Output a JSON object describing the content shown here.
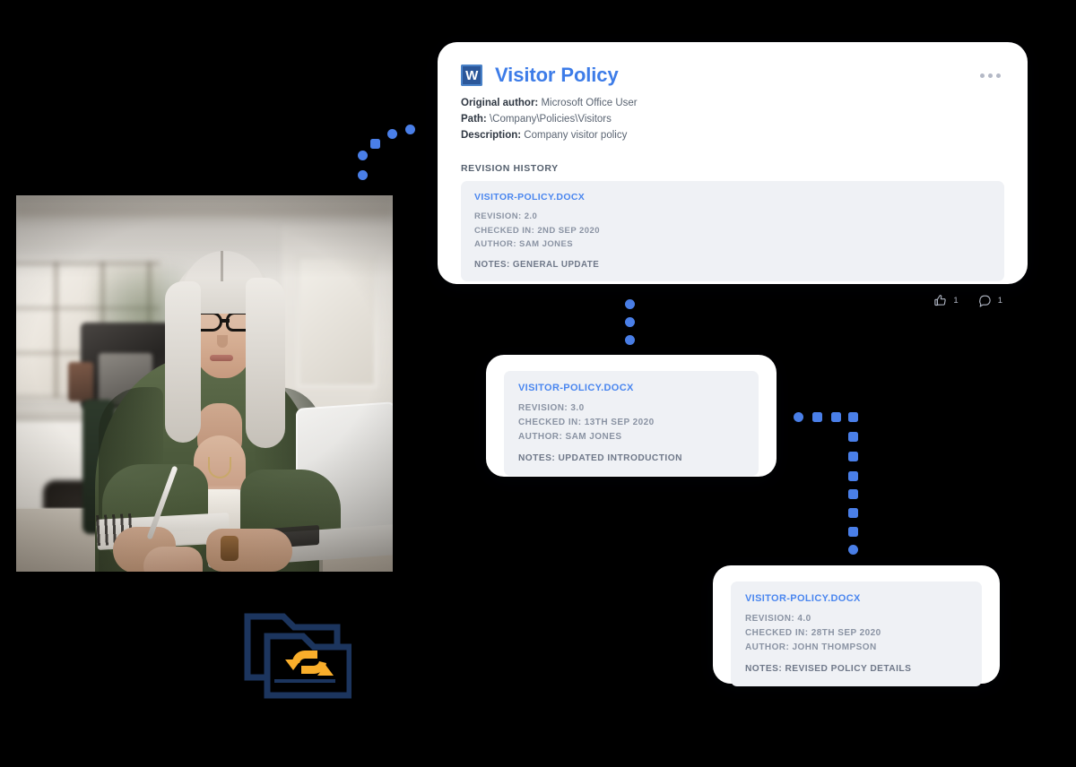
{
  "document": {
    "icon": "word-docx-icon",
    "title": "Visitor Policy",
    "menu_icon": "kebab-menu-icon",
    "meta": {
      "author_label": "Original author:",
      "author_value": "Microsoft Office User",
      "path_label": "Path:",
      "path_value": "\\Company\\Policies\\Visitors",
      "description_label": "Description:",
      "description_value": "Company visitor policy"
    },
    "revision_history_heading": "REVISION HISTORY",
    "actions": {
      "like_icon": "thumbs-up-icon",
      "like_count": "1",
      "comment_icon": "comment-bubble-icon",
      "comment_count": "1"
    }
  },
  "revisions": [
    {
      "filename": "VISITOR-POLICY.DOCX",
      "revision": "REVISION: 2.0",
      "checked_in": "CHECKED IN: 2ND SEP 2020",
      "author": "AUTHOR: SAM JONES",
      "notes": "NOTES: GENERAL UPDATE"
    },
    {
      "filename": "VISITOR-POLICY.DOCX",
      "revision": "REVISION: 3.0",
      "checked_in": "CHECKED IN: 13TH SEP 2020",
      "author": "AUTHOR: SAM JONES",
      "notes": "NOTES: UPDATED INTRODUCTION"
    },
    {
      "filename": "VISITOR-POLICY.DOCX",
      "revision": "REVISION: 4.0",
      "checked_in": "CHECKED IN: 28TH SEP 2020",
      "author": "AUTHOR: JOHN THOMPSON",
      "notes": "NOTES: REVISED POLICY DETAILS"
    }
  ],
  "illustration": {
    "photo_alt": "woman-writing-at-laptop-photo",
    "folder_sync_icon": "folder-sync-icon"
  },
  "colors": {
    "accent_blue": "#4a7fe8",
    "title_blue": "#3d7ce8",
    "word_blue": "#2b579a",
    "file_blue": "#4a86ef",
    "meta_grey": "#8a93a3",
    "block_bg": "#eff1f5",
    "card_white": "#ffffff",
    "page_black": "#000000",
    "folder_navy": "#1c355e",
    "folder_amber": "#f9ae2b"
  },
  "connectors": {
    "photo_to_card_dots": 5,
    "card_to_rev2_dots": 3,
    "rev2_to_rev3_horizontal_dots": 4,
    "rev2_to_rev3_vertical_dots": 7
  }
}
